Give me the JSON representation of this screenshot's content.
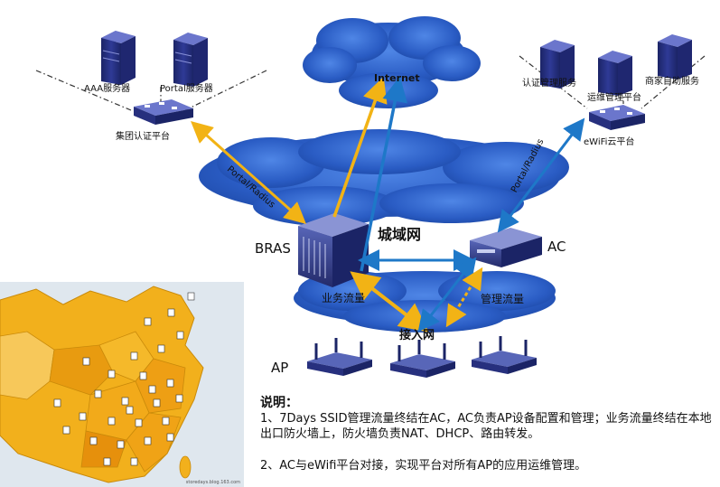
{
  "labels": {
    "aaa": "AAA服务器",
    "portal_server": "Portal服务器",
    "group_auth": "集团认证平台",
    "internet": "Internet",
    "auth_mgmt": "认证管理服务",
    "ops_platform": "运维管理平台",
    "merchant": "商家自助服务",
    "ewifi_cloud": "eWiFi云平台",
    "portal_radius_left": "Portal/Radius",
    "portal_radius_right": "Portal/Radius",
    "metro": "城域网",
    "bras": "BRAS",
    "ac": "AC",
    "business_traffic": "业务流量",
    "mgmt_traffic": "管理流量",
    "access_net": "接入网",
    "ap": "AP"
  },
  "notes": {
    "title": "说明：",
    "line1": "1、7Days  SSID管理流量终结在AC，AC负责AP设备配置和管理；业务流量终结在本地出口防火墙上，防火墙负责NAT、DHCP、路由转发。",
    "line2": "2、AC与eWifi平台对接，实现平台对所有AP的应用运维管理。"
  },
  "colors": {
    "server": "#27307e",
    "cloud": "#2b5fc9",
    "arrow_yellow": "#f2b315",
    "arrow_blue": "#1e78c8",
    "map_land": "#f2b01c"
  },
  "map": {
    "watermark": "storedays.blog.163.com"
  }
}
